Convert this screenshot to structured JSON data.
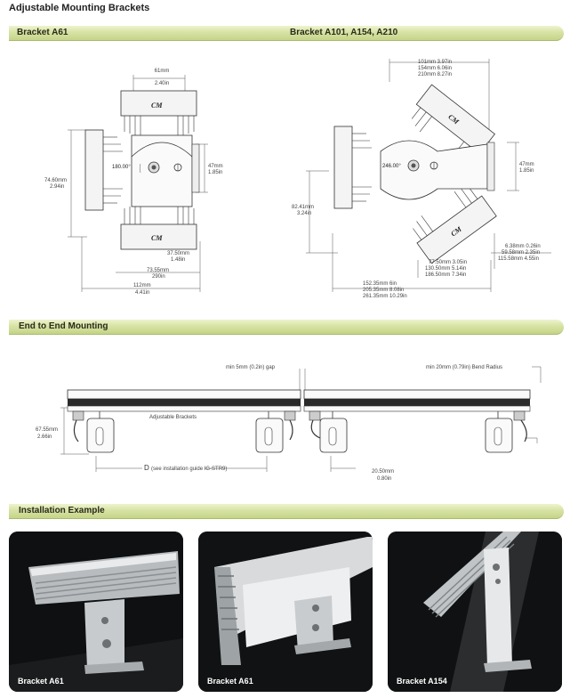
{
  "header": {
    "title": "Adjustable Mounting Brackets"
  },
  "sections": {
    "brackets": {
      "label_left": "Bracket A61",
      "label_right": "Bracket A101, A154, A210"
    },
    "end_to_end": {
      "label": "End to End Mounting"
    },
    "installation": {
      "label": "Installation Example"
    }
  },
  "a61": {
    "dim_top_mm": "61mm",
    "dim_top_in": "2.40in",
    "angle": "180.00°",
    "dim_right_mm": "47mm",
    "dim_right_in": "1.85in",
    "dim_left_mm": "74.60mm",
    "dim_left_in": "2.94in",
    "dim_b1_mm": "37.50mm",
    "dim_b1_in": "1.48in",
    "dim_b2_mm": "73.55mm",
    "dim_b2_in": "290in",
    "dim_b3_mm": "112mm",
    "dim_b3_in": "4.41in"
  },
  "a101": {
    "top1": "101mm  3.97in",
    "top2": "154mm  6.06in",
    "top3": "210mm  8.27in",
    "angle": "246.00°",
    "dim_right_mm": "47mm",
    "dim_right_in": "1.85in",
    "dim_left_mm": "82.41mm",
    "dim_left_in": "3.24in",
    "r1": "6.38mm  0.26in",
    "r2": "59.58mm  2.35in",
    "r3": "115.58mm  4.55in",
    "m1": "77.50mm  3.05in",
    "m2": "130.50mm  5.14in",
    "m3": "186.50mm  7.34in",
    "b1": "152.35mm     6in",
    "b2": "205.35mm  8.08in",
    "b3": "261.35mm  10.29in"
  },
  "end": {
    "gap": "min 5mm (0.2in) gap",
    "bend": "min 20mm (0.79in) Bend Radius",
    "brackets_label": "Adjustable Brackets",
    "h_mm": "67.55mm",
    "h_in": "2.66in",
    "d_label": "D",
    "d_note": "(see installation guide IG-STR9)",
    "off_mm": "20.50mm",
    "off_in": "0.80in"
  },
  "photos": [
    {
      "caption": "Bracket A61"
    },
    {
      "caption": "Bracket A61"
    },
    {
      "caption": "Bracket A154"
    }
  ]
}
